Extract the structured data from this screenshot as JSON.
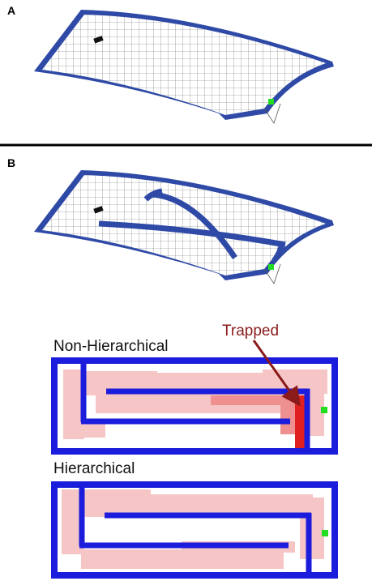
{
  "panels": {
    "a_label": "A",
    "b_label": "B"
  },
  "maze": {
    "non_hierarchical_caption": "Non-Hierarchical",
    "hierarchical_caption": "Hierarchical",
    "trapped_label": "Trapped"
  },
  "colors": {
    "wall": "#1c1cdc",
    "border_3d": "#2e4aa6",
    "goal": "#22dd22",
    "trace_light": "#f6c6c6",
    "trace_strong": "#e02020",
    "arrow": "#8b1a1a"
  }
}
